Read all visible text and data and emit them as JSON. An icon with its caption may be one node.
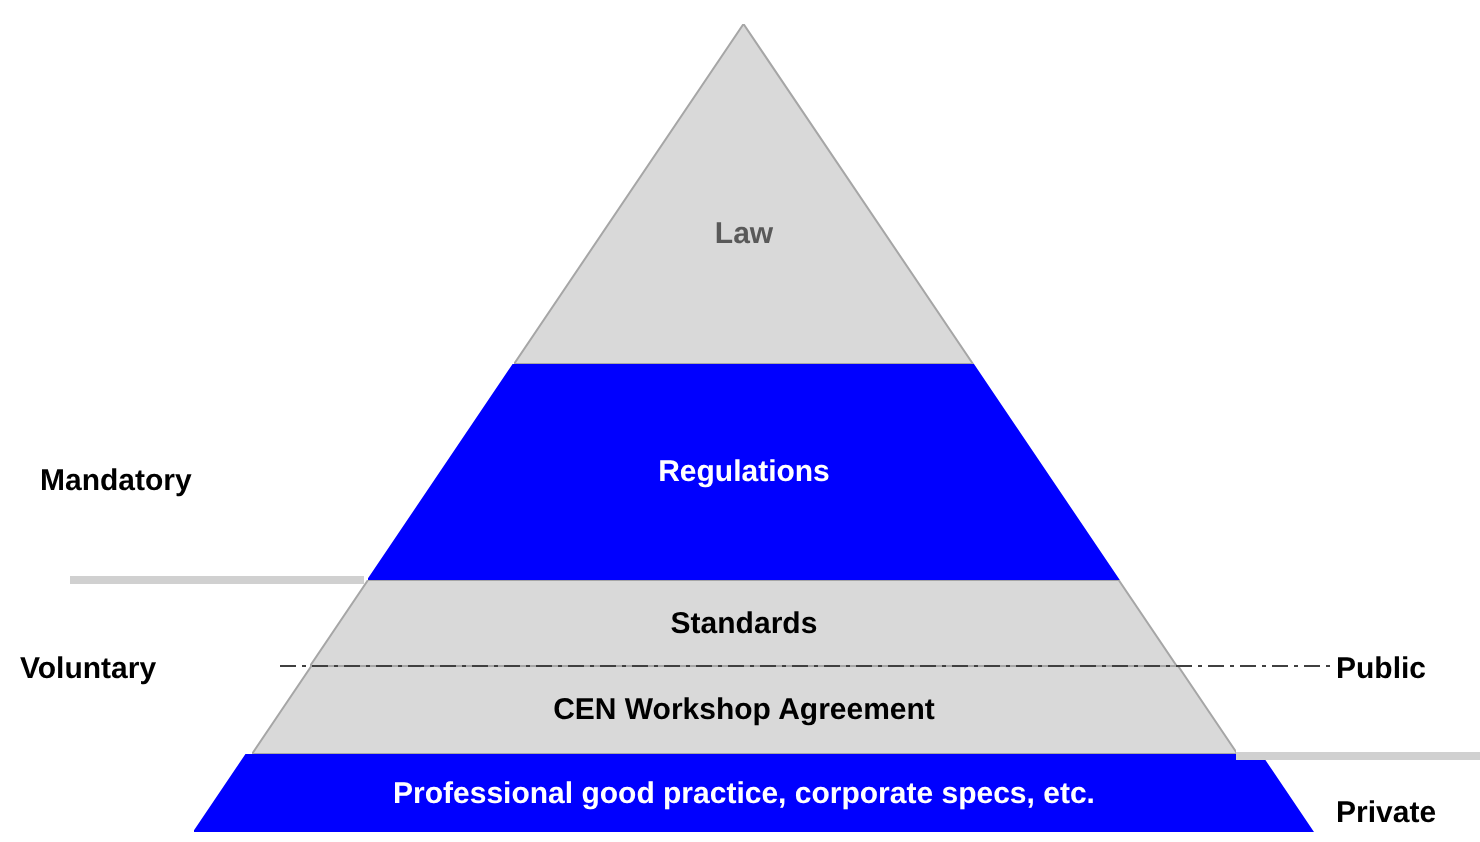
{
  "diagram": {
    "nodes": [
      {
        "text": [
          "Law"
        ]
      },
      {
        "text": [
          "Regulations"
        ]
      },
      {
        "text": [
          "Standards"
        ]
      },
      {
        "text": [
          "CEN Workshop Agreement"
        ]
      },
      {
        "text": [
          "Professional good practice, corporate specs, etc."
        ]
      }
    ],
    "labels": [
      "Mandatory",
      "Voluntary",
      "Public",
      "Private"
    ]
  }
}
